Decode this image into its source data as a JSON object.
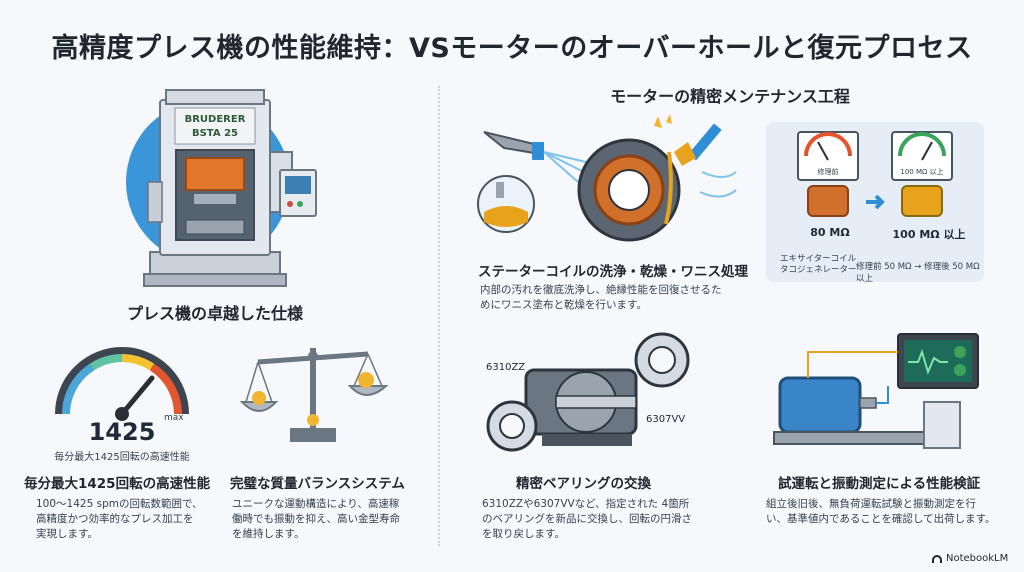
{
  "title": "高精度プレス機の性能維持：VSモーターのオーバーホールと復元プロセス",
  "left": {
    "machine": {
      "brand": "BRUDERER",
      "model": "BSTA 25"
    },
    "section_title": "プレス機の卓越した仕様",
    "gauge": {
      "value": "1425",
      "max_label": "max",
      "caption": "毎分最大1425回転の高速性能"
    },
    "speed": {
      "heading": "毎分最大1425回転の高速性能",
      "lines": [
        "100～1425 spmの回転数範囲で、",
        "高精度かつ効率的なプレス加工を",
        "実現します。"
      ]
    },
    "balance": {
      "heading": "完璧な質量バランスシステム",
      "lines": [
        "ユニークな運動構造により、高速稼",
        "働時でも振動を抑え、高い金型寿命",
        "を維持します。"
      ]
    }
  },
  "right": {
    "section_title": "モーターの精密メンテナンス工程",
    "stator": {
      "heading": "ステーターコイルの洗浄・乾燥・ワニス処理",
      "lines": [
        "内部の汚れを徹底洗浄し、絶縁性能を回復させるた",
        "めにワニス塗布と乾燥を行います。"
      ]
    },
    "insulation": {
      "meter_before_label": "修理前",
      "meter_after_label": "100 MΩ 以上",
      "value_before": "80 MΩ",
      "value_after": "100 MΩ 以上",
      "note_left_line1": "エキサイターコイル",
      "note_left_line2": "タコジェネレーター",
      "note_right": "修理前 50 MΩ → 修理後 50 MΩ 以上"
    },
    "bearing": {
      "label_left": "6310ZZ",
      "label_right": "6307VV",
      "heading": "精密ベアリングの交換",
      "lines": [
        "6310ZZや6307VVなど、指定された 4箇所",
        "のベアリングを新品に交換し、回転の円滑さ",
        "を取り戻します。"
      ]
    },
    "test": {
      "heading": "試運転と振動測定による性能検証",
      "lines": [
        "組立後旧後、無負荷運転試験と振動測定を行",
        "い、基準値内であることを確認して出荷します。"
      ]
    }
  },
  "footer": {
    "brand": "NotebookLM"
  },
  "colors": {
    "accent_blue": "#2f8fd6",
    "machine_gray": "#dfe4ea",
    "copper": "#d0702a",
    "varnish": "#e8a31c"
  }
}
